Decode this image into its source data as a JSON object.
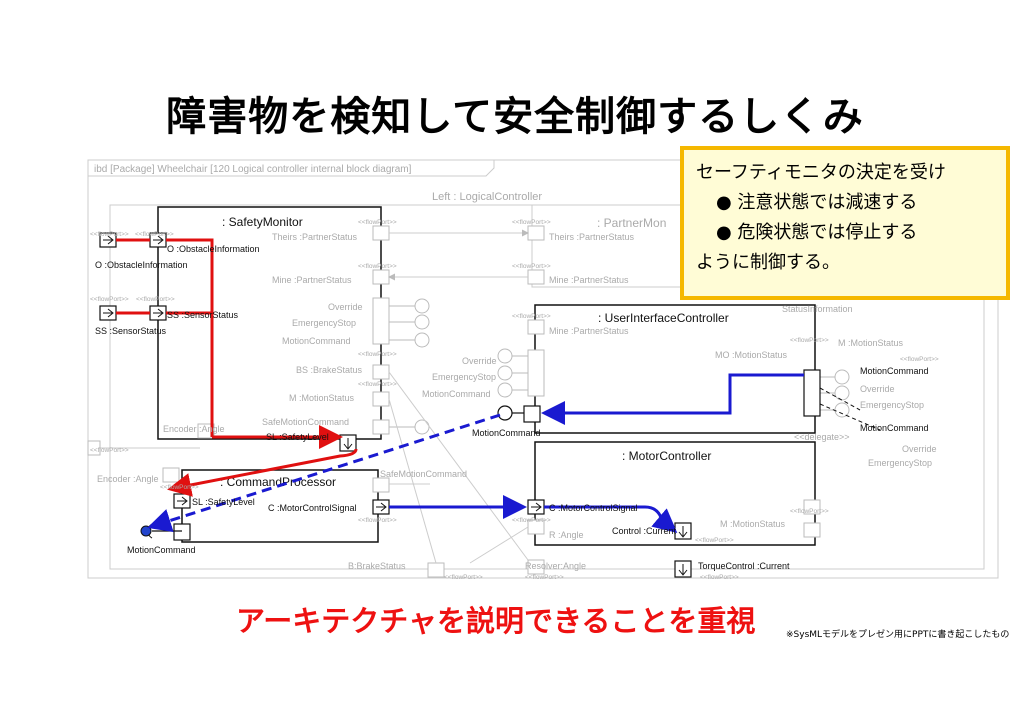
{
  "title": "障害物を検知して安全制御するしくみ",
  "callout": {
    "line1": "セーフティモニタの決定を受け",
    "bullet1": "● 注意状態では減速する",
    "bullet2": "● 危険状態では停止する",
    "line4": "ように制御する。"
  },
  "emphasis": "アーキテクチャを説明できることを重視",
  "footnote": "※SysMLモデルをプレゼン用にPPTに書き起こしたもの",
  "diagram": {
    "frame_label": "ibd [Package] Wheelchair [120 Logical controller internal block diagram]",
    "left_controller": "Left : LogicalController",
    "partner_monitor": ": PartnerMon",
    "safety_monitor": ": SafetyMonitor",
    "command_processor": ": CommandProcessor",
    "ui_controller": ": UserInterfaceController",
    "motor_controller": ": MotorController",
    "stereo_flowport": "<<flowPort>>",
    "stereo_delegate": "<<delegate>>",
    "labels": {
      "theirs_status_1": "Theirs :PartnerStatus",
      "theirs_status_2": "Theirs :PartnerStatus",
      "obstacle_inner": "O :ObstacleInformation",
      "obstacle_outer": "O :ObstacleInformation",
      "mine_status_1": "Mine :PartnerStatus",
      "mine_status_2": "Mine :PartnerStatus",
      "mine_status_3": "Mine :PartnerStatus",
      "override_1": "Override",
      "emergency_stop_1": "EmergencyStop",
      "motion_command_1": "MotionCommand",
      "sensor_inner": "SS :SensorStatus",
      "sensor_outer": "SS :SensorStatus",
      "brake_status_1": "BS :BrakeStatus",
      "motion_status_1": "M :MotionStatus",
      "safe_motion_command_1": "SafeMotionCommand",
      "safety_level_1": "SL :SafetyLevel",
      "encoder_1": "Encoder :Angle",
      "encoder_2": "Encoder :Angle",
      "safe_motion_command_2": "SafeMotionCommand",
      "safety_level_2": "SL :SafetyLevel",
      "motor_control_signal_1": "C :MotorControlSignal",
      "motor_control_signal_2": "C :MotorControlSignal",
      "motion_command_2": "MotionCommand",
      "motion_command_3": "MotionCommand",
      "motion_command_4": "MotionCommand",
      "motion_command_5": "MotionCommand",
      "override_2": "Override",
      "emergency_stop_2": "EmergencyStop",
      "motion_command_6": "MotionCommand",
      "override_3": "Override",
      "emergency_stop_3": "EmergencyStop",
      "override_4": "Override",
      "emergency_stop_4": "EmergencyStop",
      "status_information": "StatusInformation",
      "motion_status_2": "M :MotionStatus",
      "motion_status_3": "MO :MotionStatus",
      "motion_status_4": "M :MotionStatus",
      "r_angle": "R :Angle",
      "control_current": "Control :Current",
      "brake_status_2": "B:BrakeStatus",
      "resolver_angle": "Resolver:Angle",
      "torque_control": "TorqueControl :Current"
    }
  }
}
